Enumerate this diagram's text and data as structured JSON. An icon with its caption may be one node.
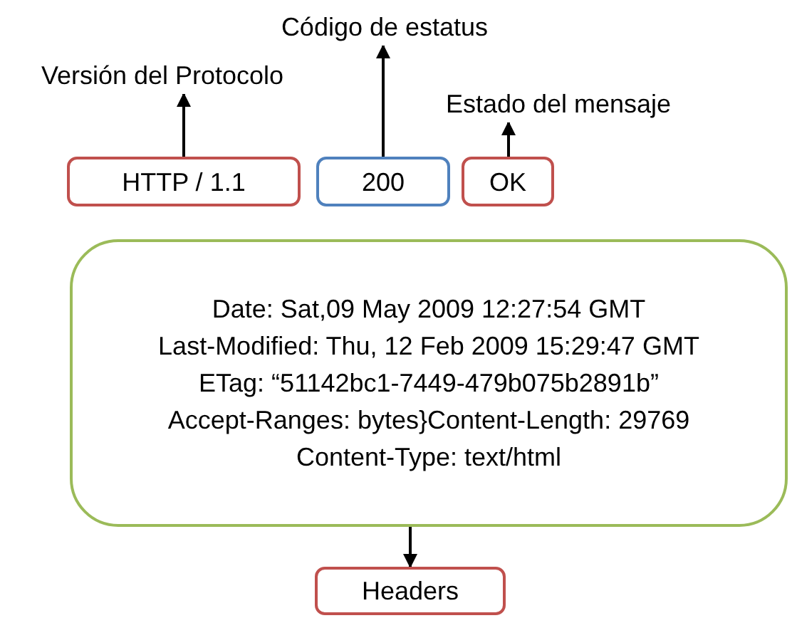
{
  "diagram": {
    "nodes": [
      {
        "text": [
          "Versión del Protocolo"
        ]
      },
      {
        "text": [
          "Código de estatus"
        ]
      },
      {
        "text": [
          "Estado del mensaje"
        ]
      },
      {
        "text": [
          "HTTP / 1.1"
        ]
      },
      {
        "text": [
          "200"
        ]
      },
      {
        "text": [
          "OK"
        ]
      },
      {
        "text": [
          "Date: Sat,09 May 2009 12:27:54 GMT",
          "Last-Modified: Thu, 12 Feb  2009 15:29:47 GMT",
          "ETag: “51142bc1-7449-479b075b2891b”",
          "Accept-Ranges: bytes}Content-Length: 29769",
          "Content-Type: text/html"
        ]
      },
      {
        "text": [
          "Headers"
        ]
      }
    ],
    "edges": [
      {
        "from": 3,
        "to": 0,
        "arrow": "to"
      },
      {
        "from": 4,
        "to": 1,
        "arrow": "to"
      },
      {
        "from": 5,
        "to": 2,
        "arrow": "to"
      },
      {
        "from": 6,
        "to": 7,
        "arrow": "to"
      }
    ]
  }
}
